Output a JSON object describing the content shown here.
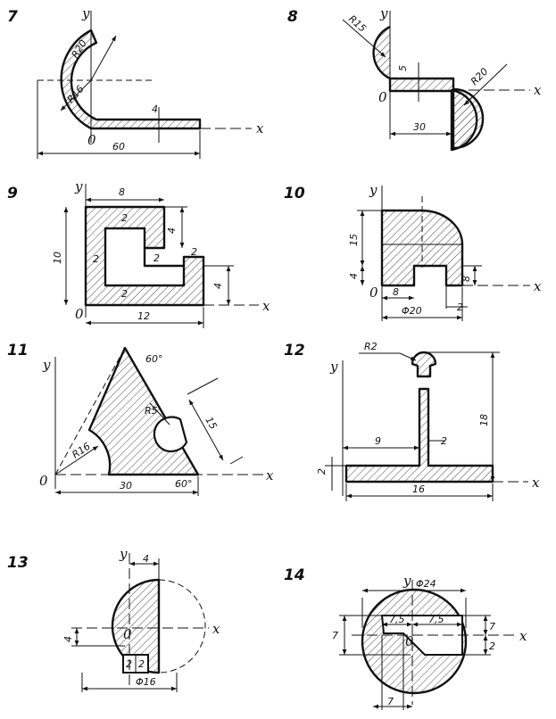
{
  "figures": [
    {
      "number": "7",
      "axis_x": "x",
      "axis_y": "y",
      "origin": "0",
      "labels": [
        "R20",
        "R16",
        "4",
        "60"
      ]
    },
    {
      "number": "8",
      "axis_x": "x",
      "axis_y": "y",
      "origin": "0",
      "labels": [
        "R15",
        "5",
        "R20",
        "30"
      ]
    },
    {
      "number": "9",
      "axis_x": "x",
      "axis_y": "y",
      "origin": "0",
      "labels": [
        "8",
        "2",
        "4",
        "10",
        "2",
        "2",
        "2",
        "4",
        "2",
        "12"
      ]
    },
    {
      "number": "10",
      "axis_x": "x",
      "axis_y": "y",
      "origin": "0",
      "labels": [
        "15",
        "4",
        "8",
        "8",
        "Φ20",
        "2"
      ]
    },
    {
      "number": "11",
      "axis_x": "x",
      "axis_y": "y",
      "origin": "0",
      "labels": [
        "60°",
        "R5",
        "15",
        "R16",
        "30",
        "60°"
      ]
    },
    {
      "number": "12",
      "axis_x": "x",
      "axis_y": "y",
      "labels": [
        "R2",
        "18",
        "9",
        "2",
        "2",
        "16"
      ]
    },
    {
      "number": "13",
      "axis_x": "x",
      "axis_y": "y",
      "origin": "0",
      "labels": [
        "4",
        "4",
        "2",
        "2",
        "Φ16"
      ]
    },
    {
      "number": "14",
      "axis_x": "x",
      "axis_y": "y",
      "origin": "0",
      "labels": [
        "Φ24",
        "7,5",
        "7,5",
        "7",
        "7",
        "2",
        "7"
      ]
    }
  ]
}
